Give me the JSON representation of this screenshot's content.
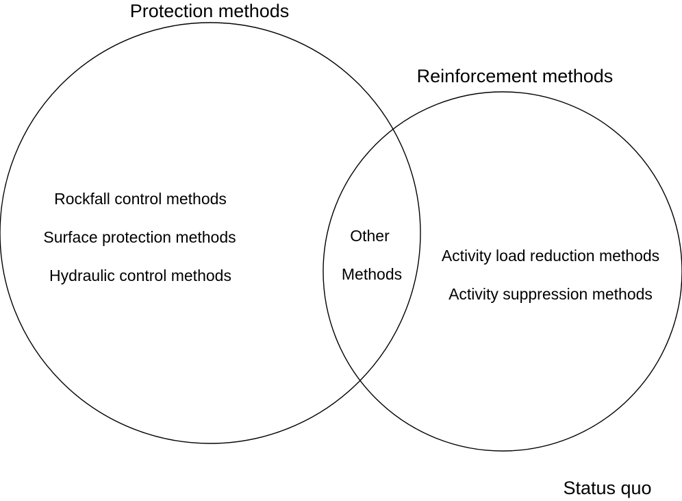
{
  "sets": [
    {
      "label": "Protection methods",
      "items": [
        "Rockfall control methods",
        "Surface protection methods",
        "Hydraulic control methods"
      ]
    },
    {
      "label": "Reinforcement methods",
      "items": [
        "Activity load reduction methods",
        "Activity suppression methods"
      ]
    }
  ],
  "intersection": {
    "lines": [
      "Other",
      "Methods"
    ]
  },
  "outside_label": "Status quo",
  "colors": {
    "stroke": "#000000",
    "text": "#000000",
    "background": "#ffffff"
  }
}
